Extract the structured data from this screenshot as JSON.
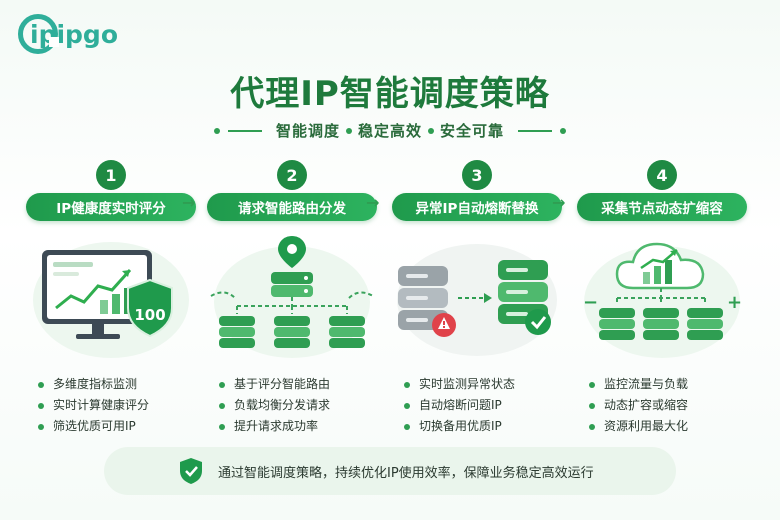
{
  "brand": {
    "logo_text": "ipipgo"
  },
  "title": "代理IP智能调度策略",
  "subtitle": {
    "items": [
      "智能调度",
      "稳定高效",
      "安全可靠"
    ]
  },
  "steps": [
    {
      "number": "1",
      "label": "IP健康度实时评分",
      "score_badge": "100",
      "bullets": [
        "多维度指标监测",
        "实时计算健康评分",
        "筛选优质可用IP"
      ]
    },
    {
      "number": "2",
      "label": "请求智能路由分发",
      "bullets": [
        "基于评分智能路由",
        "负载均衡分发请求",
        "提升请求成功率"
      ]
    },
    {
      "number": "3",
      "label": "异常IP自动熔断替换",
      "bullets": [
        "实时监测异常状态",
        "自动熔断问题IP",
        "切换备用优质IP"
      ]
    },
    {
      "number": "4",
      "label": "采集节点动态扩缩容",
      "bullets": [
        "监控流量与负载",
        "动态扩容或缩容",
        "资源利用最大化"
      ]
    }
  ],
  "footer": {
    "text": "通过智能调度策略，持续优化IP使用效率，保障业务稳定高效运行"
  },
  "colors": {
    "primary": "#1f8a43",
    "accent": "#2fae9a",
    "light": "#eaf5ec",
    "warning": "#e0424a"
  },
  "icons": [
    "monitor-chart-icon",
    "shield-score-icon",
    "location-pin-icon",
    "server-icon",
    "warning-icon",
    "check-icon",
    "cloud-chart-icon",
    "shield-check-icon"
  ]
}
